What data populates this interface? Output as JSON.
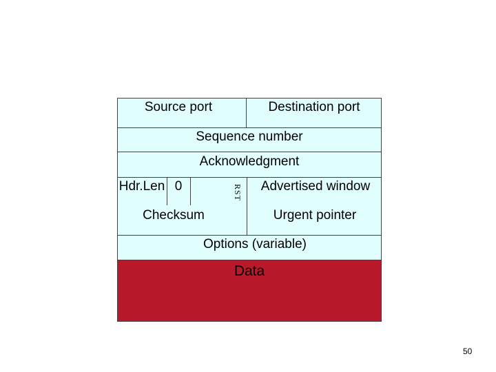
{
  "tcp_header": {
    "source_port": "Source port",
    "destination_port": "Destination port",
    "sequence_number": "Sequence number",
    "acknowledgment": "Acknowledgment",
    "hdr_len": "Hdr.Len",
    "zero": "0",
    "rst": "RST",
    "advertised_window": "Advertised window",
    "checksum": "Checksum",
    "urgent_pointer": "Urgent pointer",
    "options": "Options (variable)"
  },
  "data": {
    "label": "Data"
  },
  "page_number": "50",
  "colors": {
    "header_bg": "#e0fefe",
    "data_bg": "#b81a2b",
    "lines": "#404040"
  }
}
